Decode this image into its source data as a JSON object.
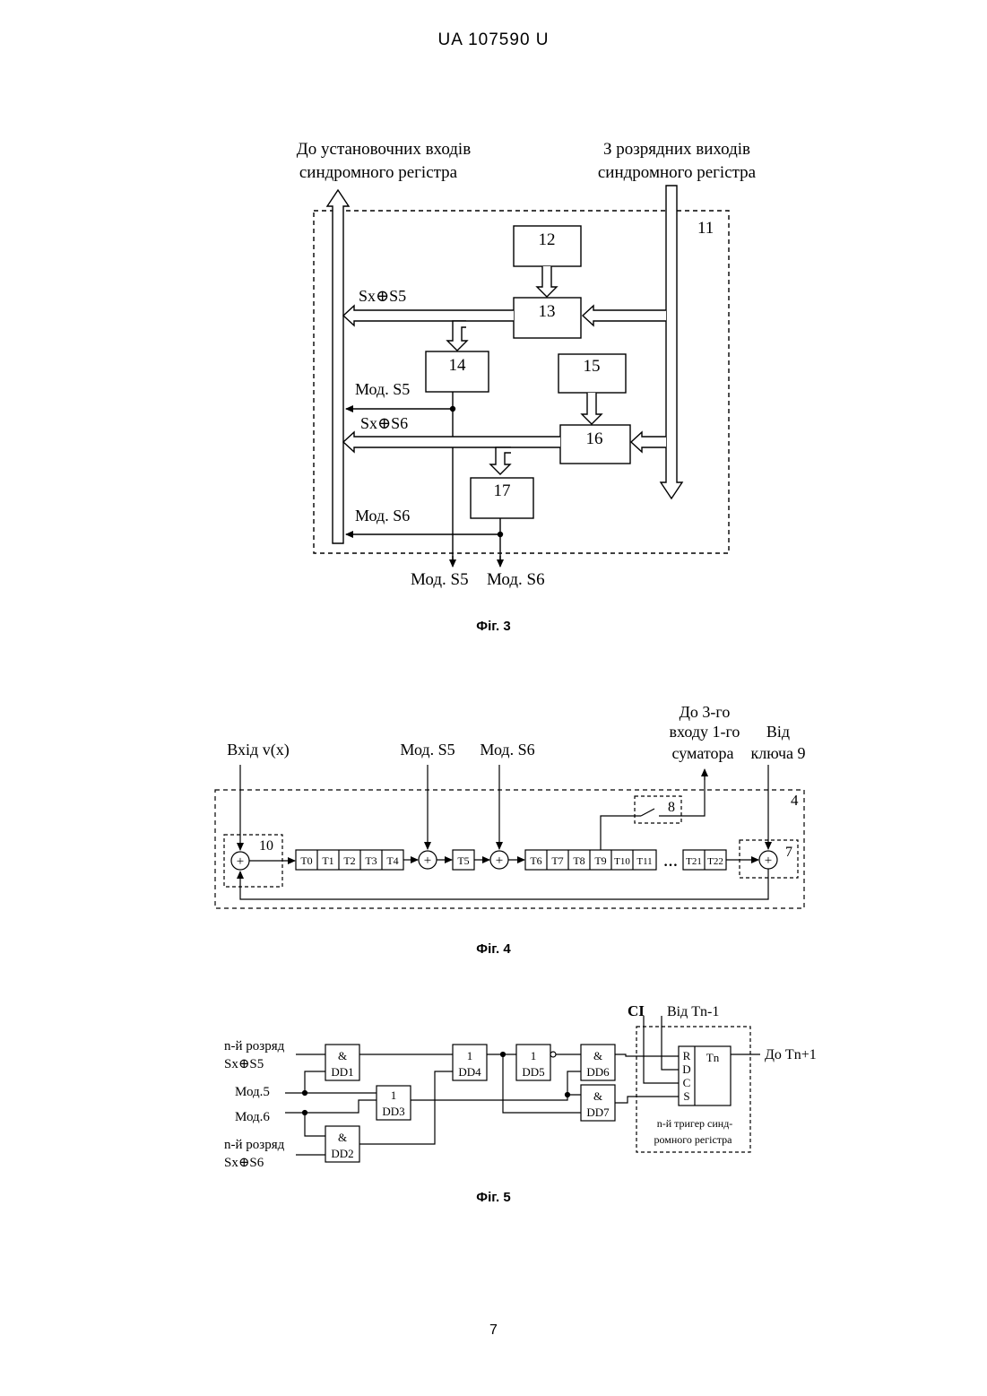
{
  "header": {
    "patent_number": "UA 107590 U"
  },
  "page_number": "7",
  "figures": [
    {
      "caption": "Фіг. 3",
      "labels": {
        "top_left_line1": "До установочних входів",
        "top_left_line2": "синдромного регістра",
        "top_right_line1": "З розрядних виходів",
        "top_right_line2": "синдромного регістра",
        "block_11": "11",
        "block_12": "12",
        "block_13": "13",
        "block_14": "14",
        "block_15": "15",
        "block_16": "16",
        "block_17": "17",
        "sum_s5": "Sх⊕S5",
        "mod_s5": "Мод. S5",
        "sum_s6": "Sх⊕S6",
        "mod_s6": "Мод. S6",
        "out_mod_s5": "Мод. S5",
        "out_mod_s6": "Мод. S6"
      }
    },
    {
      "caption": "Фіг. 4",
      "labels": {
        "input_vx": "Вхід v(x)",
        "mod_s5": "Мод. S5",
        "mod_s6": "Мод. S6",
        "to_adder_line1": "До 3-го",
        "to_adder_line2": "входу 1-го",
        "to_adder_line3": "суматора",
        "from_key_line1": "Від",
        "from_key_line2": "ключа 9",
        "block_4": "4",
        "block_7": "7",
        "block_8": "8",
        "block_10": "10",
        "ellipsis": "…"
      },
      "cells": [
        "T0",
        "T1",
        "T2",
        "T3",
        "T4",
        "T5",
        "T6",
        "T7",
        "T8",
        "T9",
        "T10",
        "T11",
        "T21",
        "T22"
      ]
    },
    {
      "caption": "Фіг. 5",
      "labels": {
        "in1_line1": "n-й розряд",
        "in1_line2": "Sх⊕S5",
        "in2": "Мод.5",
        "in3": "Мод.6",
        "in4_line1": "n-й розряд",
        "in4_line2": "Sх⊕S6",
        "ci": "CI",
        "from_tn1": "Від Tn-1",
        "to_tn1": "До Tn+1",
        "and_sym": "&",
        "or_sym": "1",
        "dd1": "DD1",
        "dd2": "DD2",
        "dd3": "DD3",
        "dd4": "DD4",
        "dd5": "DD5",
        "dd6": "DD6",
        "dd7": "DD7",
        "tn": "Tn",
        "pin_r": "R",
        "pin_d": "D",
        "pin_c": "C",
        "pin_s": "S",
        "trigger_line1": "n-й тригер синд-",
        "trigger_line2": "ромного регістра"
      }
    }
  ]
}
